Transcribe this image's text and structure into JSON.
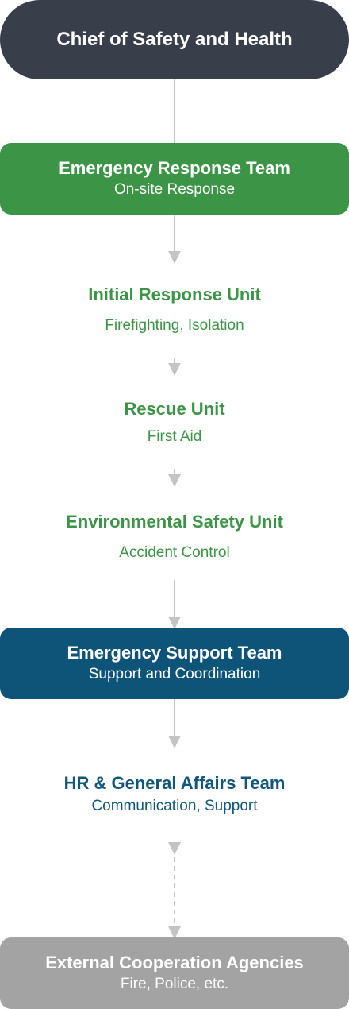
{
  "chief": {
    "title": "Chief of Safety and Health"
  },
  "emergency_response_team": {
    "title": "Emergency Response Team",
    "subtitle": "On-site Response"
  },
  "initial_response_unit": {
    "title": "Initial Response Unit",
    "subtitle": "Firefighting, Isolation"
  },
  "rescue_unit": {
    "title": "Rescue Unit",
    "subtitle": "First Aid"
  },
  "environmental_safety_unit": {
    "title": "Environmental Safety Unit",
    "subtitle": "Accident Control"
  },
  "emergency_support_team": {
    "title": "Emergency Support Team",
    "subtitle": "Support and Coordination"
  },
  "hr_general_affairs_team": {
    "title": "HR & General Affairs Team",
    "subtitle": "Communication, Support"
  },
  "external_cooperation_agencies": {
    "title": "External Cooperation Agencies",
    "subtitle": "Fire, Police, etc."
  },
  "colors": {
    "chief": "#383e4a",
    "response_green": "#3c9446",
    "support_blue": "#0e5479",
    "external_gray": "#a3a3a3",
    "connector": "#c4c4c4"
  },
  "connectors": [
    {
      "from": "chief",
      "to": "emergency_response_team",
      "style": "solid-line"
    },
    {
      "from": "emergency_response_team",
      "to": "initial_response_unit",
      "style": "solid-arrow"
    },
    {
      "from": "initial_response_unit",
      "to": "rescue_unit",
      "style": "solid-arrow"
    },
    {
      "from": "rescue_unit",
      "to": "environmental_safety_unit",
      "style": "solid-arrow"
    },
    {
      "from": "environmental_safety_unit",
      "to": "emergency_support_team",
      "style": "solid-arrow"
    },
    {
      "from": "emergency_support_team",
      "to": "hr_general_affairs_team",
      "style": "solid-arrow"
    },
    {
      "from": "hr_general_affairs_team",
      "to": "external_cooperation_agencies",
      "style": "dashed-double-arrow"
    }
  ]
}
